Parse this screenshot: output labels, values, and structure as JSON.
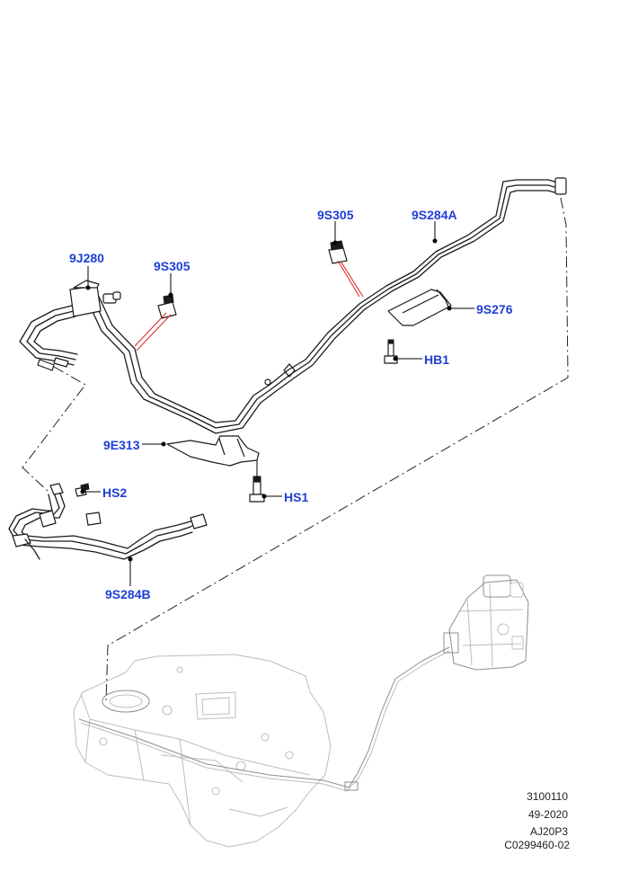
{
  "callouts": {
    "j280": "9J280",
    "s305_left": "9S305",
    "s305_right": "9S305",
    "s284a": "9S284A",
    "s276": "9S276",
    "hb1": "HB1",
    "e313": "9E313",
    "hs2": "HS2",
    "hs1": "HS1",
    "s284b": "9S284B"
  },
  "reference": {
    "line1": "3100110",
    "line2": "49-2020",
    "line3": "AJ20P3",
    "line4": "C0299460-02"
  },
  "colors": {
    "callout_text": "#1f3fd6",
    "leader_red": "#e0201c",
    "line": "#1a1a1a",
    "ghost": "#bdbdbd"
  }
}
